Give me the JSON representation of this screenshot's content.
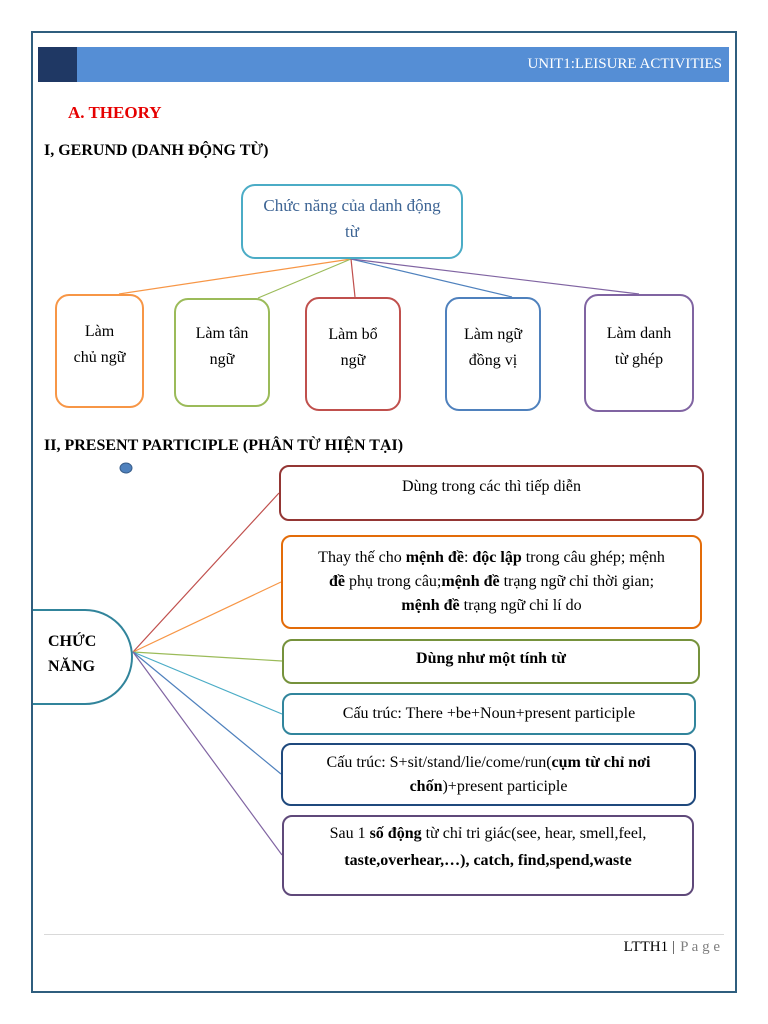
{
  "header": {
    "title": "UNIT1:LEISURE ACTIVITIES",
    "color": "#558ed5",
    "block_color": "#1f3864"
  },
  "section": {
    "title": "A. THEORY",
    "color": "#e60000"
  },
  "gerund": {
    "heading": "I, GERUND (DANH ĐỘNG TỪ)",
    "root": {
      "lines": [
        "Chức năng của danh động",
        "từ"
      ],
      "color": "#4bacc6"
    },
    "children": [
      {
        "lines": [
          "Làm",
          "chủ ngữ"
        ],
        "color": "#f79646"
      },
      {
        "lines": [
          "Làm tân",
          "ngữ"
        ],
        "color": "#9bbb59"
      },
      {
        "lines": [
          "Làm bổ",
          "ngữ"
        ],
        "color": "#c0504d"
      },
      {
        "lines": [
          "Làm ngữ",
          "đồng vị"
        ],
        "color": "#4f81bd"
      },
      {
        "lines": [
          "Làm danh",
          "từ ghép"
        ],
        "color": "#8064a2"
      }
    ]
  },
  "participle": {
    "heading": "II, PRESENT PARTICIPLE (PHÂN TỪ HIỆN TẠI)",
    "hub": {
      "lines": [
        "CHỨC",
        "NĂNG"
      ],
      "color": "#31849b"
    },
    "items": [
      {
        "lines": [
          [
            "Dùng trong các thì tiếp diễn"
          ]
        ],
        "color": "#943634",
        "line_color": "#c0504d"
      },
      {
        "lines": [
          [
            "Thay thế cho ",
            "mệnh đề",
            ": ",
            "độc lập",
            " trong câu ghép; ",
            "mệnh"
          ],
          [
            "đề",
            " phụ trong câu;",
            "mệnh đề",
            " trạng ngữ chỉ thời gian;"
          ],
          [
            "mệnh đề",
            " trạng ngữ chỉ lí do"
          ]
        ],
        "color": "#e36c09",
        "line_color": "#f79646"
      },
      {
        "lines": [
          [
            "Dùng như một tính từ"
          ]
        ],
        "color": "#76923c",
        "line_color": "#9bbb59"
      },
      {
        "lines": [
          [
            "Cấu trúc: There +be+Noun+present participle"
          ]
        ],
        "color": "#31859c",
        "line_color": "#4bacc6"
      },
      {
        "lines": [
          [
            "Cấu trúc: S+sit/stand/lie/come/run(",
            "cụm từ chỉ nơi"
          ],
          [
            "chốn",
            ")+present participle"
          ]
        ],
        "color": "#1f497d",
        "line_color": "#4f81bd"
      },
      {
        "lines": [
          [
            "Sau 1 ",
            "số động",
            " từ chỉ tri giác(see, hear, smell,feel,"
          ],
          [
            "taste,overhear,…), catch, find,spend,waste"
          ]
        ],
        "color": "#5f497a",
        "line_color": "#8064a2"
      }
    ]
  },
  "footer": {
    "code": "LTTH1",
    "separator": "|",
    "page_label": "P a g e"
  }
}
